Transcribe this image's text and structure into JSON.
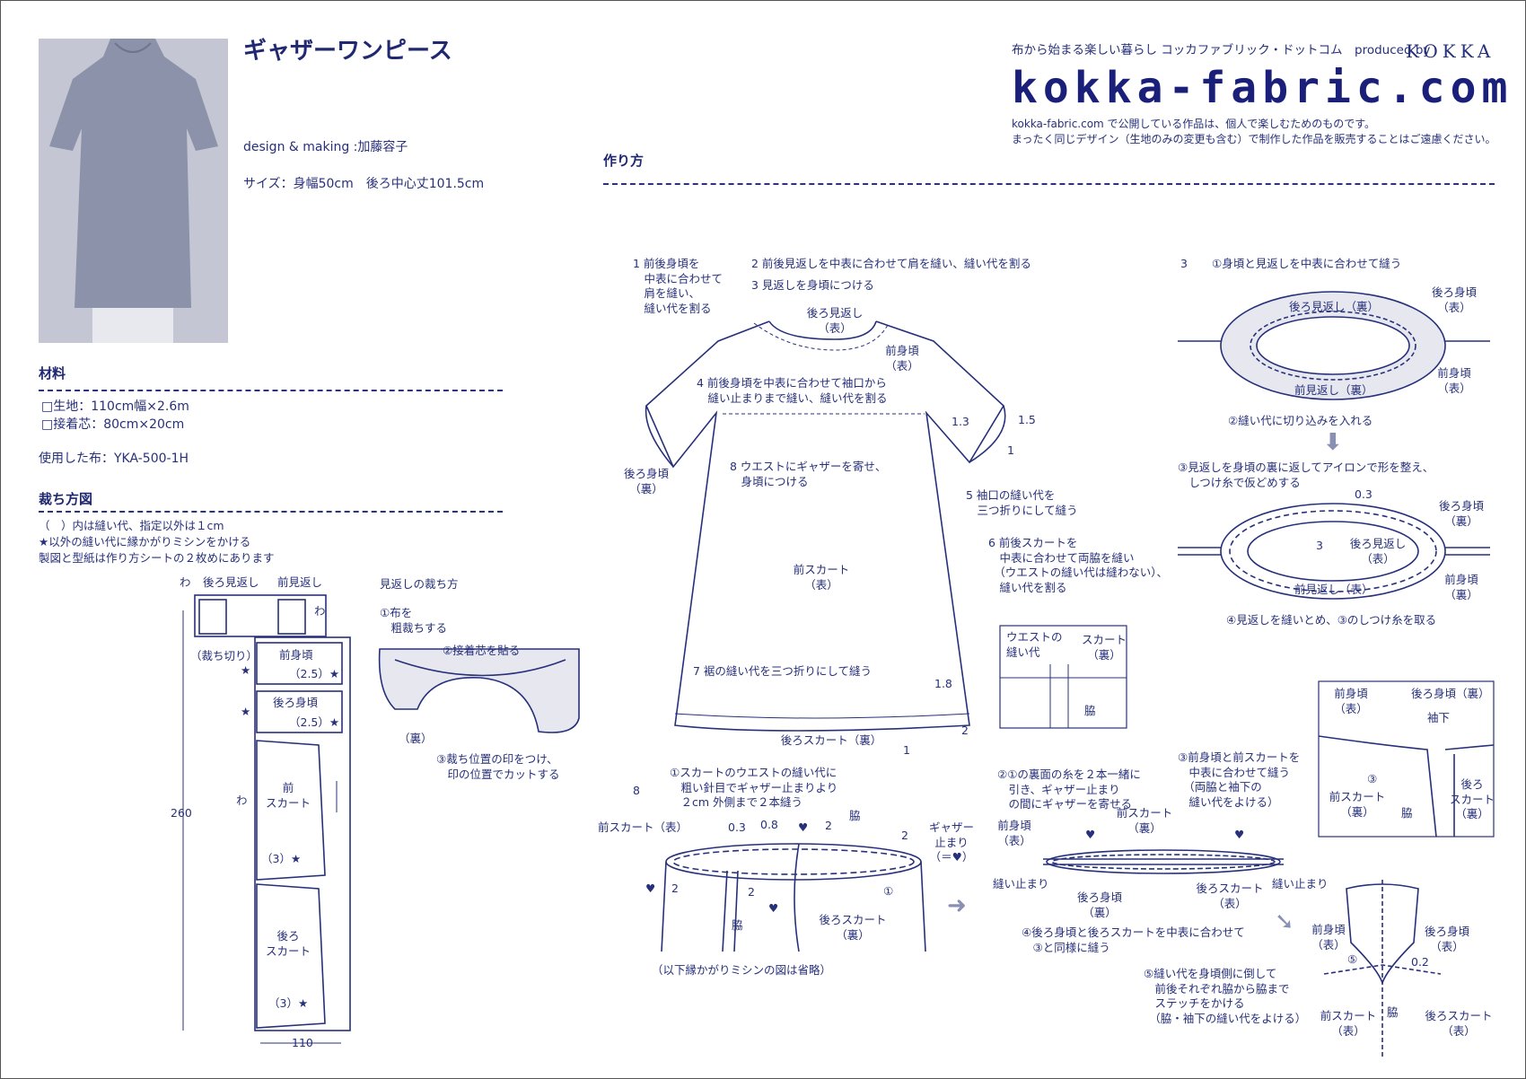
{
  "header": {
    "title": "ギャザーワンピース",
    "designer": "design & making :加藤容子",
    "size": "サイズ：身幅50cm　後ろ中心丈101.5cm",
    "tagline": "布から始まる楽しい暮らし コッカファブリック・ドットコム　produced by",
    "brand": "KOKKA",
    "logo": "kokka-fabric.com",
    "notice1": "kokka-fabric.com で公開している作品は、個人で楽しむためのものです。",
    "notice2": "まったく同じデザイン（生地のみの変更も含む）で制作した作品を販売することはご遠慮ください。"
  },
  "materials": {
    "heading": "材料",
    "items": [
      "□生地：110cm幅×2.6m",
      "□接着芯：80cm×20cm"
    ],
    "fabric_used": "使用した布：YKA-500-1H"
  },
  "cutting": {
    "heading": "裁ち方図",
    "notes": [
      "（　）内は縫い代、指定以外は１cm",
      "★以外の縫い代に縁かがりミシンをかける",
      "製図と型紙は作り方シートの２枚めにあります"
    ],
    "labels": {
      "wa1": "わ",
      "back_facing": "後ろ見返し",
      "front_facing": "前見返し",
      "wa2": "わ",
      "cut_off": "（裁ち切り）",
      "front_bodice": "前身頃",
      "sa_25a": "（2.5）★",
      "back_bodice": "後ろ身頃",
      "sa_25b": "（2.5）★",
      "star1": "★",
      "star2": "★",
      "wa3": "わ",
      "front_skirt": "前\nスカート",
      "sa_3a": "（3）★",
      "back_skirt": "後ろ\nスカート",
      "sa_3b": "（3）★",
      "len": "260",
      "width": "110"
    },
    "facing": {
      "title": "見返しの裁ち方",
      "s1": "①布を\n　粗裁ちする",
      "s2": "②接着芯を貼る",
      "back": "（裏）",
      "s3": "③裁ち位置の印をつけ、\n　印の位置でカットする"
    }
  },
  "howto": {
    "heading": "作り方",
    "dress": {
      "s1": "1 前後身頃を\n　中表に合わせて\n　肩を縫い、\n　縫い代を割る",
      "s2": "2 前後見返しを中表に合わせて肩を縫い、縫い代を割る",
      "s3": "3 見返しを身頃につける",
      "back_facing": "後ろ見返し\n（表）",
      "front_bodice": "前身頃\n（表）",
      "s4": "4 前後身頃を中表に合わせて袖口から\n　縫い止まりまで縫い、縫い代を割る",
      "m13": "1.3",
      "m15": "1.5",
      "m1": "1",
      "back_bodice": "後ろ身頃\n（裏）",
      "s8": "8 ウエストにギャザーを寄せ、\n　身頃につける",
      "s5": "5 袖口の縫い代を\n　三つ折りにして縫う",
      "s6": "6 前後スカートを\n　中表に合わせて両脇を縫い\n　（ウエストの縫い代は縫わない）、\n　縫い代を割る",
      "front_skirt": "前スカート\n（表）",
      "s7": "7 裾の縫い代を三つ折りにして縫う",
      "m18": "1.8",
      "m2": "2",
      "m1b": "1",
      "back_skirt": "後ろスカート（裏）",
      "inset_sa": "ウエストの\n縫い代",
      "inset_skirt": "スカート\n（裏）",
      "inset_side": "脇"
    },
    "step3": {
      "num": "3",
      "a": "①身頃と見返しを中表に合わせて縫う",
      "back_bodice": "後ろ身頃\n（表）",
      "back_facing": "後ろ見返し（裏）",
      "front_bodice": "前身頃\n（表）",
      "front_facing": "前見返し（裏）",
      "b": "②縫い代に切り込みを入れる",
      "c": "③見返しを身頃の裏に返してアイロンで形を整え、\n　しつけ糸で仮どめする",
      "m03": "0.3",
      "m3": "3",
      "back_facing2": "後ろ見返し\n（表）",
      "back_bodice2": "後ろ身頃\n（裏）",
      "front_bodice2": "前身頃\n（裏）",
      "front_facing2": "前見返し（表）",
      "d": "④見返しを縫いとめ、③のしつけ糸を取る"
    },
    "step8": {
      "num": "8",
      "a": "①スカートのウエストの縫い代に\n　粗い針目でギャザー止まりより\n　２cm 外側まで２本縫う",
      "front_skirt": "前スカート（表）",
      "m03": "0.3",
      "m08": "0.8",
      "heart": "♥",
      "m2": "2",
      "side": "脇",
      "stop": "ギャザー\n止まり\n（＝♥）",
      "c1": "①",
      "side2": "脇",
      "back_skirt": "後ろスカート\n（裏）",
      "omit": "（以下縁かがりミシンの図は省略）",
      "b": "②①の裏面の糸を２本一緒に\n　引き、ギャザー止まり\n　の間にギャザーを寄せる",
      "c": "③前身頃と前スカートを\n　中表に合わせて縫う\n　（両脇と袖下の\n　縫い代をよける）",
      "front_skirt_ura": "前スカート\n（裏）",
      "front_bodice": "前身頃\n（表）",
      "seam_stop": "縫い止まり",
      "back_bodice": "後ろ身頃\n（裏）",
      "back_skirt_omote": "後ろスカート\n（表）",
      "d": "④後ろ身頃と後ろスカートを中表に合わせて\n　③と同様に縫う",
      "inset": {
        "front_bodice": "前身頃\n（表）",
        "back_bodice": "後ろ身頃（裏）",
        "sleeve_under": "袖下",
        "c3": "③",
        "front_skirt": "前スカート\n（裏）",
        "side": "脇",
        "back_skirt": "後ろ\nスカート\n（裏）"
      },
      "e": "⑤縫い代を身頃側に倒して\n　前後それぞれ脇から脇まで\n　ステッチをかける\n　（脇・袖下の縫い代をよける）",
      "c5": "⑤",
      "m02": "0.2",
      "fb": "前身頃\n（表）",
      "bb": "後ろ身頃\n（表）",
      "fs": "前スカート\n（表）",
      "bs": "後ろスカート\n（表）"
    }
  },
  "colors": {
    "ink": "#27307a",
    "logo": "#1a1f7a",
    "arrow": "#8a90b4",
    "fill": "#e6e7ef"
  }
}
